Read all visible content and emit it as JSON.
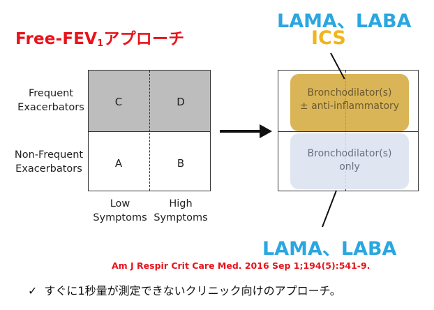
{
  "title": {
    "text": "Free-FEV",
    "subscript": "1",
    "suffix": "アプローチ"
  },
  "left_grid": {
    "rows": [
      "Frequent\nExacerbators",
      "Non-Frequent\nExacerbators"
    ],
    "cols": [
      "Low\nSymptoms",
      "High\nSymptoms"
    ],
    "cells": {
      "C": "C",
      "D": "D",
      "A": "A",
      "B": "B"
    }
  },
  "right_grid": {
    "top_box": "Bronchodilator(s)\n± anti-inflammatory",
    "bottom_box": "Bronchodilator(s)\nonly",
    "top_label_line1": "LAMA、LABA",
    "top_label_line2": "ICS",
    "bottom_label": "LAMA、LABA"
  },
  "citation": "Am J Respir Crit Care Med. 2016 Sep 1;194(5):541-9.",
  "footer": {
    "check": "✓",
    "text": "すぐに1秒量が測定できないクリニック向けのアプローチ。"
  },
  "colors": {
    "red": "#e8131b",
    "blue": "#2aa6e0",
    "gold": "#f0b51b",
    "gray_cell": "#bdbdbd"
  }
}
